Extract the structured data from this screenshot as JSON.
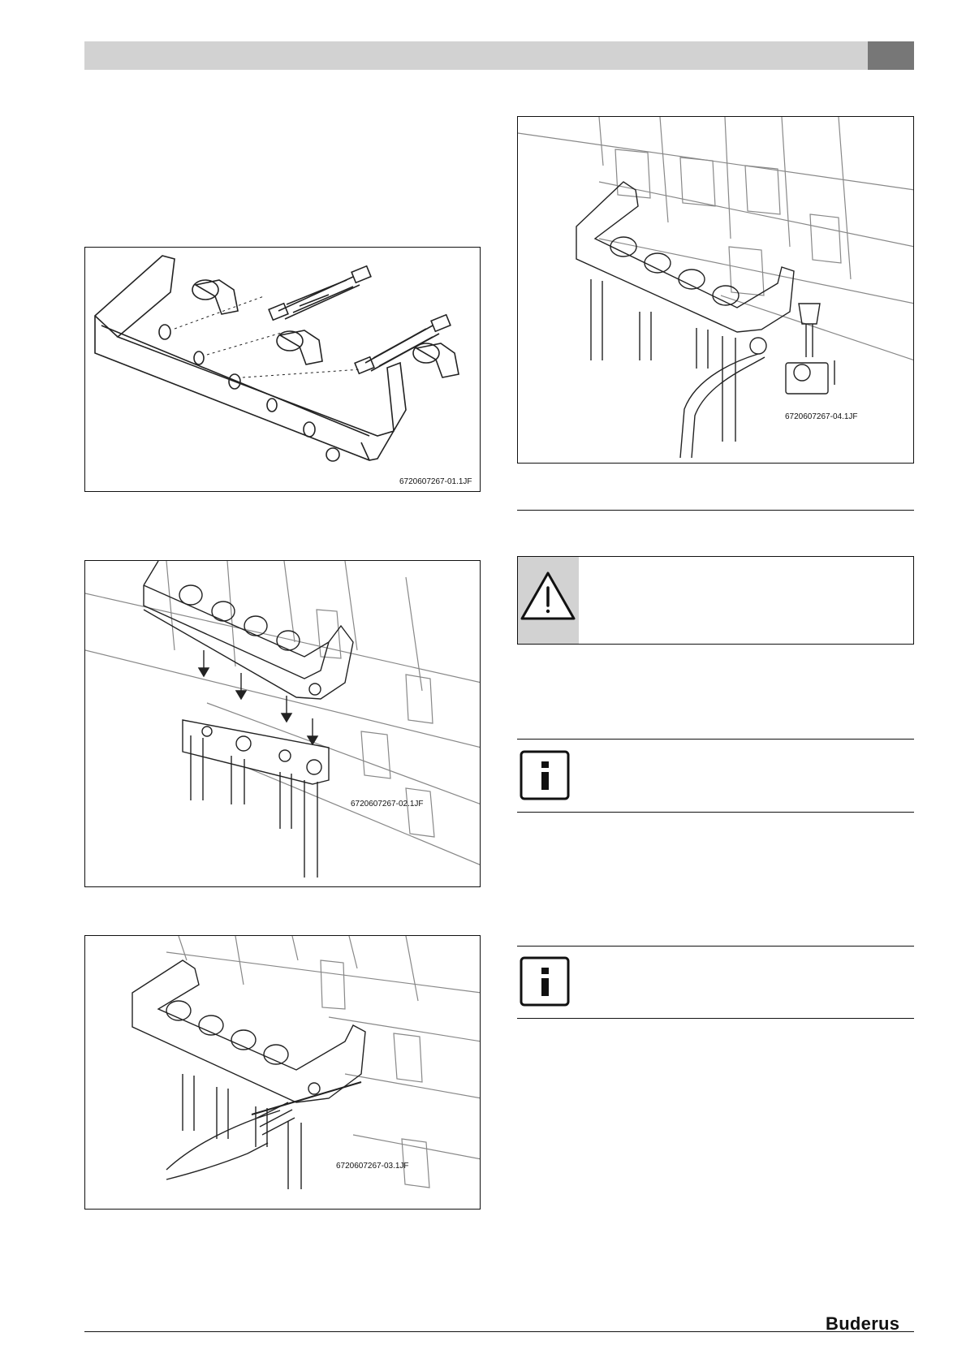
{
  "figures": [
    {
      "code": "6720607267-01.1JF"
    },
    {
      "code": "6720607267-02.1JF"
    },
    {
      "code": "6720607267-03.1JF"
    },
    {
      "code": "6720607267-04.1JF"
    }
  ],
  "brand": {
    "logo": "Buderus"
  },
  "icons": {
    "warning": "warning-triangle-icon",
    "info": "info-icon"
  }
}
